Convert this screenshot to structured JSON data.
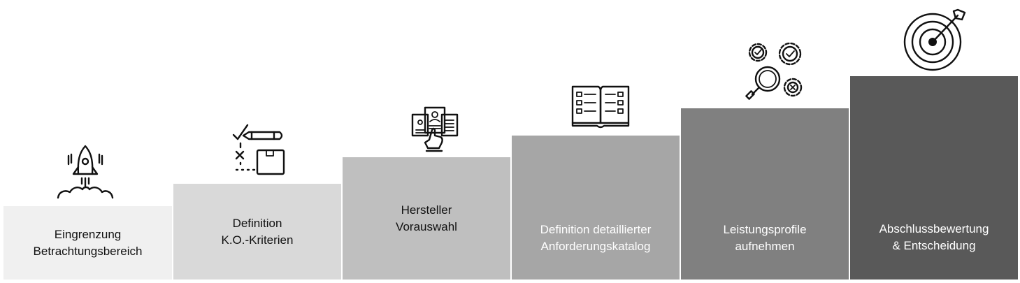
{
  "steps": [
    {
      "line1": "Eingrenzung",
      "line2": "Betrachtungsbereich",
      "fill": "#f0f0f0",
      "text_color": "#111111",
      "icon": "rocket-icon"
    },
    {
      "line1": "Definition",
      "line2": "K.O.-Kriterien",
      "fill": "#d9d9d9",
      "text_color": "#111111",
      "icon": "checklist-pencil-icon"
    },
    {
      "line1": "Hersteller",
      "line2": "Vorauswahl",
      "fill": "#bfbfbf",
      "text_color": "#111111",
      "icon": "profile-selection-icon"
    },
    {
      "line1": "Definition detaillierter",
      "line2": "Anforderungskatalog",
      "fill": "#a6a6a6",
      "text_color": "#ffffff",
      "icon": "open-book-icon"
    },
    {
      "line1": "Leistungsprofile",
      "line2": "aufnehmen",
      "fill": "#808080",
      "text_color": "#ffffff",
      "icon": "gears-magnifier-icon"
    },
    {
      "line1": "Abschlussbewertung",
      "line2": "& Entscheidung",
      "fill": "#595959",
      "text_color": "#ffffff",
      "icon": "target-icon"
    }
  ]
}
